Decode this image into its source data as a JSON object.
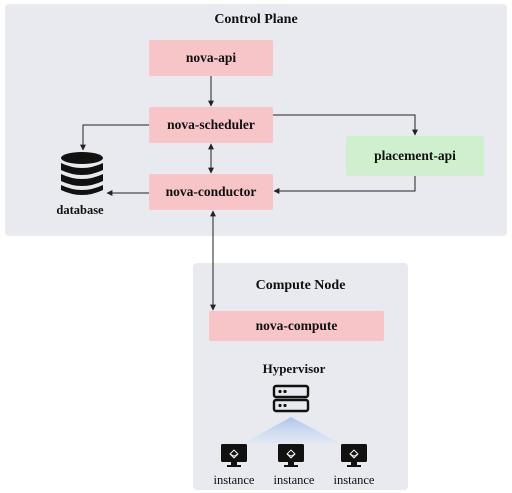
{
  "control_plane": {
    "title": "Control Plane",
    "nova_api": "nova-api",
    "nova_scheduler": "nova-scheduler",
    "nova_conductor": "nova-conductor",
    "placement_api": "placement-api",
    "database": "database"
  },
  "compute_node": {
    "title": "Compute Node",
    "nova_compute": "nova-compute",
    "hypervisor": "Hypervisor",
    "instances": [
      "instance",
      "instance",
      "instance"
    ]
  },
  "colors": {
    "panel": "#e8eaf0",
    "service_box": "#f7c5c8",
    "placement_box": "#cff0cf",
    "connector": "#222222"
  },
  "icons": [
    "database-icon",
    "server-icon",
    "monitor-icon"
  ]
}
